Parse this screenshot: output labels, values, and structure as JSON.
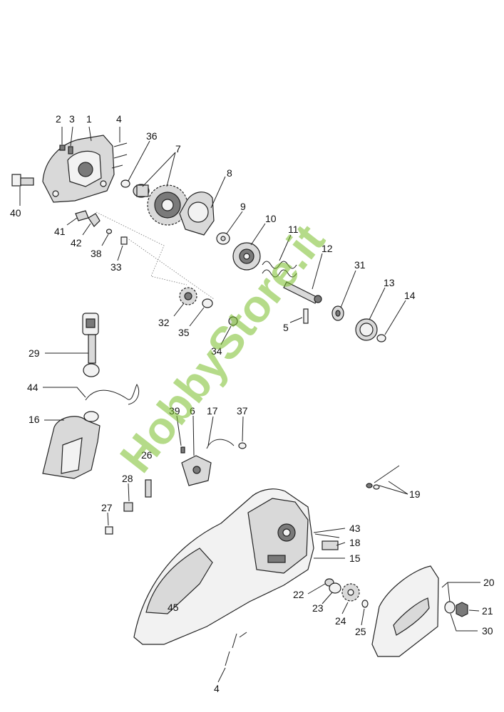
{
  "watermark": "HobbyStore.it",
  "callouts": {
    "c1": "1",
    "c2": "2",
    "c3": "3",
    "c4a": "4",
    "c4b": "4",
    "c5": "5",
    "c6": "6",
    "c7": "7",
    "c8": "8",
    "c9": "9",
    "c10": "10",
    "c11": "11",
    "c12": "12",
    "c13": "13",
    "c14": "14",
    "c15": "15",
    "c16": "16",
    "c17": "17",
    "c18": "18",
    "c19": "19",
    "c20": "20",
    "c21": "21",
    "c22": "22",
    "c23": "23",
    "c24": "24",
    "c25": "25",
    "c26": "26",
    "c27": "27",
    "c28": "28",
    "c29": "29",
    "c30": "30",
    "c31": "31",
    "c32": "32",
    "c33": "33",
    "c34": "34",
    "c35": "35",
    "c36": "36",
    "c37": "37",
    "c38": "38",
    "c39": "39",
    "c40": "40",
    "c41": "41",
    "c42": "42",
    "c43": "43",
    "c44": "44",
    "c45": "45"
  }
}
